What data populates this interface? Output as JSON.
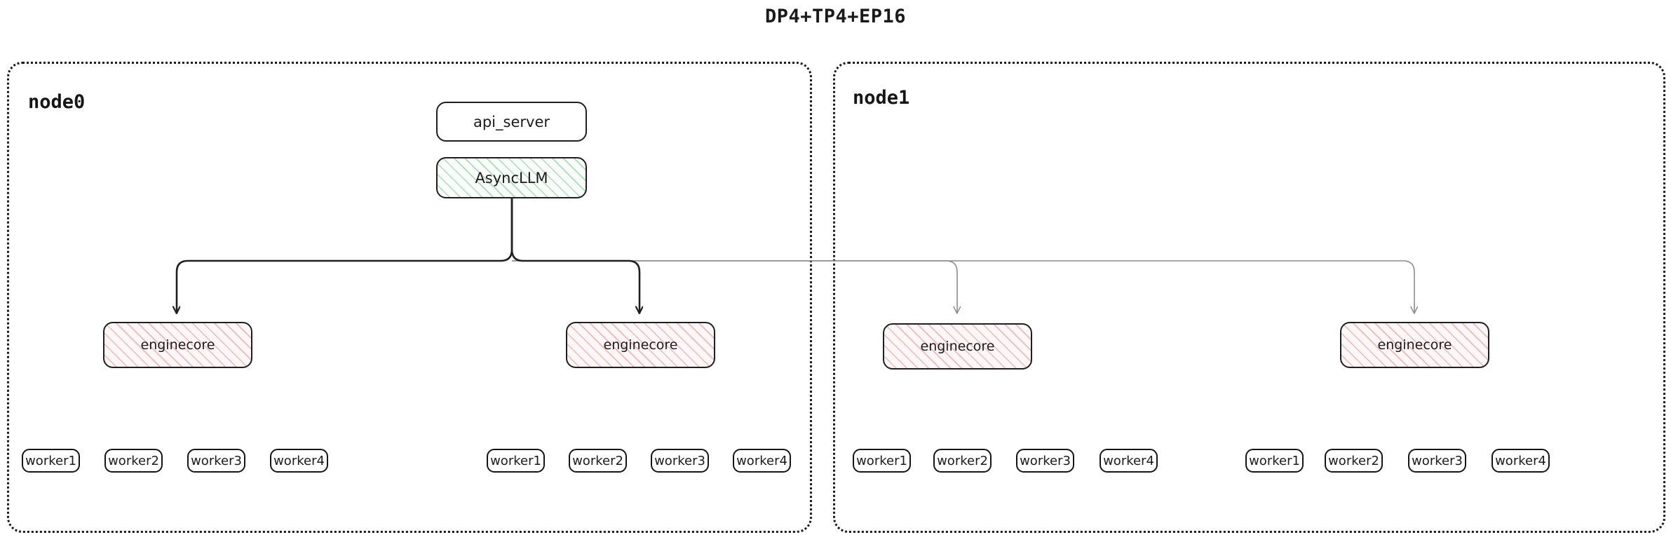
{
  "title": "DP4+TP4+EP16",
  "colors": {
    "stroke_dark": "#1f1f1f",
    "stroke_light": "#8c8c8c",
    "hatch_green": "#5dc878",
    "hatch_pink": "#e86a6a",
    "container_border": "#1c1c1c",
    "text": "#1b1b1b"
  },
  "nodes": [
    {
      "id": "node0",
      "label": "node0",
      "engines": [
        {
          "label": "enginecore",
          "workers": [
            "worker1",
            "worker2",
            "worker3",
            "worker4"
          ]
        },
        {
          "label": "enginecore",
          "workers": [
            "worker1",
            "worker2",
            "worker3",
            "worker4"
          ]
        }
      ]
    },
    {
      "id": "node1",
      "label": "node1",
      "engines": [
        {
          "label": "enginecore",
          "workers": [
            "worker1",
            "worker2",
            "worker3",
            "worker4"
          ]
        },
        {
          "label": "enginecore",
          "workers": [
            "worker1",
            "worker2",
            "worker3",
            "worker4"
          ]
        }
      ]
    }
  ],
  "frontend": {
    "api_server": "api_server",
    "async_llm": "AsyncLLM"
  }
}
